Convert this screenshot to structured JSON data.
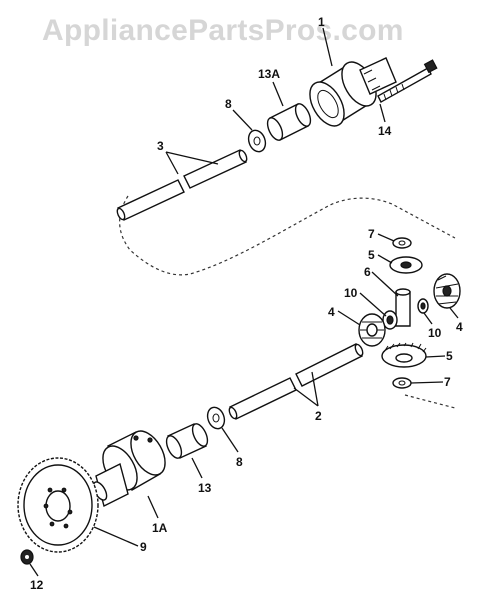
{
  "watermark": "AppliancePartsPros.com",
  "callouts": {
    "c1": "1",
    "c13a": "13A",
    "c8_top": "8",
    "c14": "14",
    "c3": "3",
    "c7_top": "7",
    "c5_top": "5",
    "c6": "6",
    "c10_left": "10",
    "c4_left": "4",
    "c10_right": "10",
    "c4_right": "4",
    "c5_mid": "5",
    "c7_bottom": "7",
    "c2": "2",
    "c8_bottom": "8",
    "c13": "13",
    "c1a": "1A",
    "c9": "9",
    "c12": "12"
  }
}
